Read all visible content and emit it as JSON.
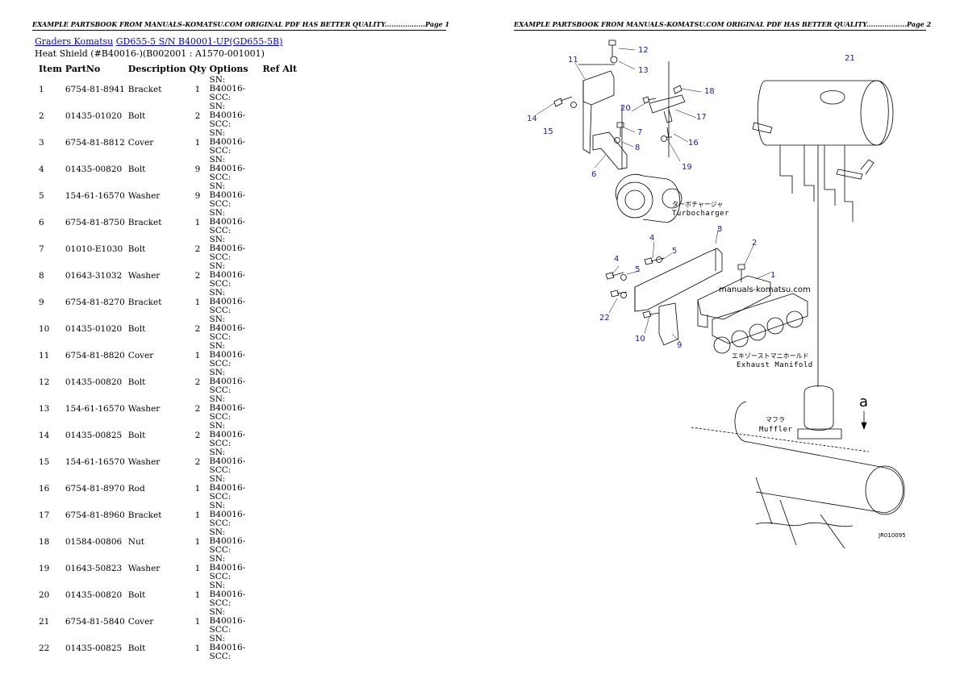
{
  "headers": {
    "page1": "EXAMPLE PARTSBOOK FROM MANUALS-KOMATSU.COM ORIGINAL PDF HAS BETTER QUALITY..................Page 1",
    "page2": "EXAMPLE PARTSBOOK FROM MANUALS-KOMATSU.COM ORIGINAL PDF HAS BETTER QUALITY..................Page 2"
  },
  "breadcrumb": {
    "link1": "Graders Komatsu",
    "link2": "GD655-5 S/N B40001-UP(GD655-5B)"
  },
  "subtitle": "Heat Shield (#B40016-)(B002001 : A1570-001001)",
  "table": {
    "columns": [
      "Item",
      "PartNo",
      "Description",
      "Qty",
      "Options",
      "Ref Alt"
    ],
    "rows": [
      {
        "item": "1",
        "part": "6754-81-8941",
        "desc": "Bracket",
        "qty": "1",
        "opt": "SN: B40016-SCC:"
      },
      {
        "item": "2",
        "part": "01435-01020",
        "desc": "Bolt",
        "qty": "2",
        "opt": "SN: B40016-SCC:"
      },
      {
        "item": "3",
        "part": "6754-81-8812",
        "desc": "Cover",
        "qty": "1",
        "opt": "SN: B40016-SCC:"
      },
      {
        "item": "4",
        "part": "01435-00820",
        "desc": "Bolt",
        "qty": "9",
        "opt": "SN: B40016-SCC:"
      },
      {
        "item": "5",
        "part": "154-61-16570",
        "desc": "Washer",
        "qty": "9",
        "opt": "SN: B40016-SCC:"
      },
      {
        "item": "6",
        "part": "6754-81-8750",
        "desc": "Bracket",
        "qty": "1",
        "opt": "SN: B40016-SCC:"
      },
      {
        "item": "7",
        "part": "01010-E1030",
        "desc": "Bolt",
        "qty": "2",
        "opt": "SN: B40016-SCC:"
      },
      {
        "item": "8",
        "part": "01643-31032",
        "desc": "Washer",
        "qty": "2",
        "opt": "SN: B40016-SCC:"
      },
      {
        "item": "9",
        "part": "6754-81-8270",
        "desc": "Bracket",
        "qty": "1",
        "opt": "SN: B40016-SCC:"
      },
      {
        "item": "10",
        "part": "01435-01020",
        "desc": "Bolt",
        "qty": "2",
        "opt": "SN: B40016-SCC:"
      },
      {
        "item": "11",
        "part": "6754-81-8820",
        "desc": "Cover",
        "qty": "1",
        "opt": "SN: B40016-SCC:"
      },
      {
        "item": "12",
        "part": "01435-00820",
        "desc": "Bolt",
        "qty": "2",
        "opt": "SN: B40016-SCC:"
      },
      {
        "item": "13",
        "part": "154-61-16570",
        "desc": "Washer",
        "qty": "2",
        "opt": "SN: B40016-SCC:"
      },
      {
        "item": "14",
        "part": "01435-00825",
        "desc": "Bolt",
        "qty": "2",
        "opt": "SN: B40016-SCC:"
      },
      {
        "item": "15",
        "part": "154-61-16570",
        "desc": "Washer",
        "qty": "2",
        "opt": "SN: B40016-SCC:"
      },
      {
        "item": "16",
        "part": "6754-81-8970",
        "desc": "Rod",
        "qty": "1",
        "opt": "SN: B40016-SCC:"
      },
      {
        "item": "17",
        "part": "6754-81-8960",
        "desc": "Bracket",
        "qty": "1",
        "opt": "SN: B40016-SCC:"
      },
      {
        "item": "18",
        "part": "01584-00806",
        "desc": "Nut",
        "qty": "1",
        "opt": "SN: B40016-SCC:"
      },
      {
        "item": "19",
        "part": "01643-50823",
        "desc": "Washer",
        "qty": "1",
        "opt": "SN: B40016-SCC:"
      },
      {
        "item": "20",
        "part": "01435-00820",
        "desc": "Bolt",
        "qty": "1",
        "opt": "SN: B40016-SCC:"
      },
      {
        "item": "21",
        "part": "6754-81-5840",
        "desc": "Cover",
        "qty": "1",
        "opt": "SN: B40016-SCC:"
      },
      {
        "item": "22",
        "part": "01435-00825",
        "desc": "Bolt",
        "qty": "1",
        "opt": "SN: B40016-SCC:"
      }
    ]
  },
  "diagram": {
    "labels": {
      "turbo_jp": "ターボチャージャ",
      "turbo_en": "Turbocharger",
      "manifold_jp": "エキゾーストマニホールド",
      "manifold_en": "Exhaust Manifold",
      "muffler_jp": "マフラ",
      "muffler_en": "Muffler",
      "arrow_a": "a",
      "watermark": "manuals-komatsu.com",
      "doc_no": "JR010095"
    },
    "callouts": [
      "1",
      "2",
      "3",
      "4",
      "4",
      "5",
      "5",
      "6",
      "7",
      "8",
      "9",
      "10",
      "11",
      "12",
      "13",
      "14",
      "15",
      "16",
      "17",
      "18",
      "19",
      "20",
      "21",
      "22"
    ]
  },
  "colors": {
    "link": "#0000ee",
    "callout": "#1a1aa8"
  }
}
